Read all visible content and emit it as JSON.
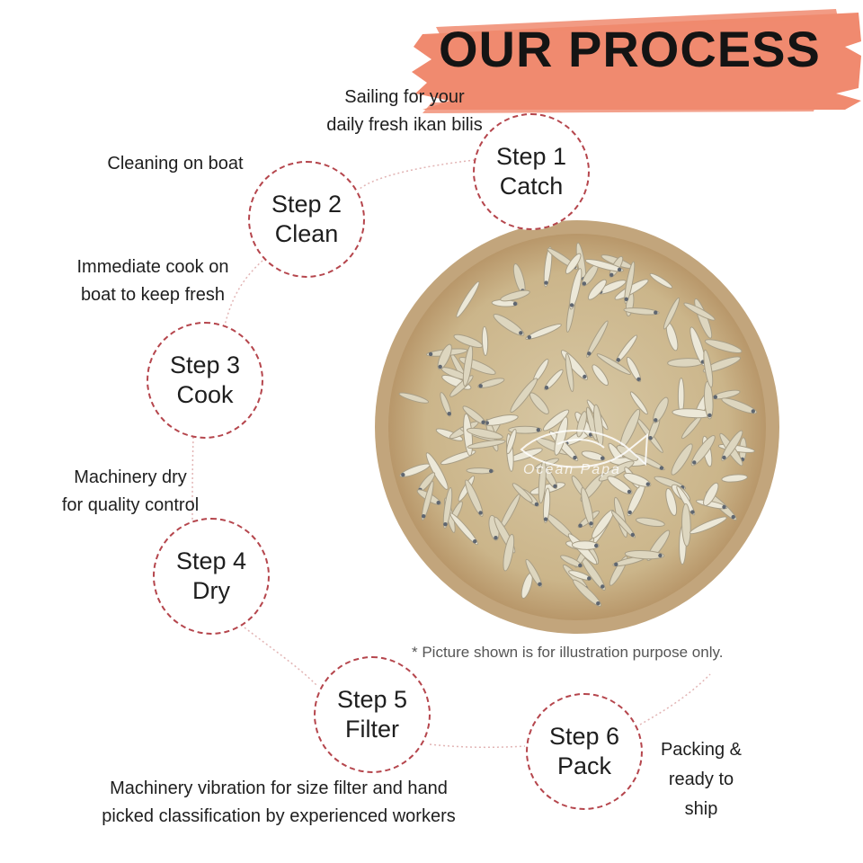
{
  "title": "OUR PROCESS",
  "steps": [
    {
      "step": "Step 1",
      "name": "Catch",
      "description_lines": [
        "Sailing for your",
        "daily fresh ikan bilis"
      ]
    },
    {
      "step": "Step 2",
      "name": "Clean",
      "description_lines": [
        "Cleaning on boat"
      ]
    },
    {
      "step": "Step 3",
      "name": "Cook",
      "description_lines": [
        "Immediate cook on",
        "boat to keep fresh"
      ]
    },
    {
      "step": "Step 4",
      "name": "Dry",
      "description_lines": [
        "Machinery dry",
        "for quality control"
      ]
    },
    {
      "step": "Step 5",
      "name": "Filter",
      "description_lines": [
        "Machinery vibration for size filter and hand",
        "picked classification by experienced workers"
      ]
    },
    {
      "step": "Step 6",
      "name": "Pack",
      "description_lines": [
        "Packing &",
        "ready to",
        "ship"
      ]
    }
  ],
  "note": "* Picture shown is for illustration purpose only.",
  "watermark": {
    "text": "Ocean Papa",
    "icon": "fish-logo-icon"
  },
  "colors": {
    "brush": "#f08a6f",
    "circle_border": "#b5454c",
    "connector": "#e2b4b4",
    "basket": "#c9a77e",
    "anchovy": "#e7e2cf"
  }
}
